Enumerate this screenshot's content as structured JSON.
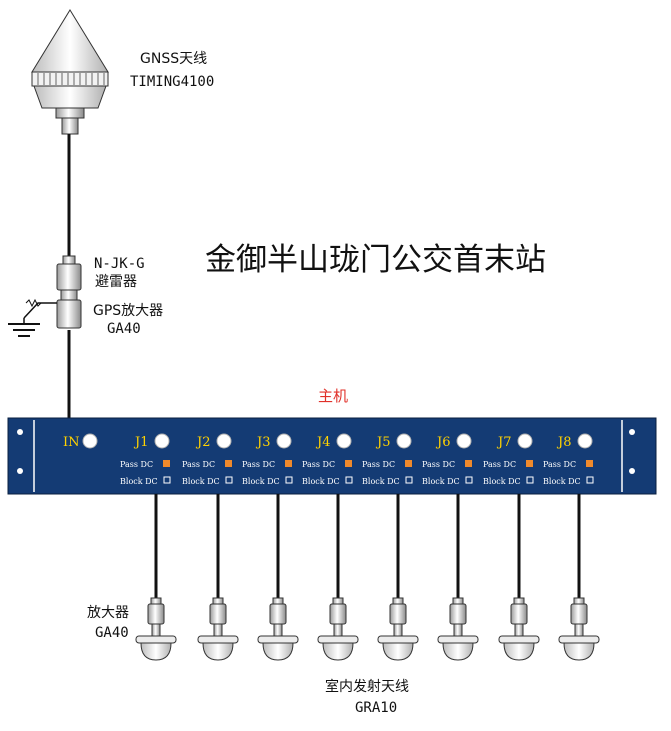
{
  "title": "金御半山珑门公交首末站",
  "gnss": {
    "name": "GNSS天线",
    "model": "TIMING4100"
  },
  "arrester": {
    "model": "N-JK-G",
    "name": "避雷器"
  },
  "gps_amp": {
    "name": "GPS放大器",
    "model": "GA40"
  },
  "host_label": "主机",
  "ports": [
    {
      "id": "in",
      "label": "IN"
    },
    {
      "id": "j1",
      "label": "J1"
    },
    {
      "id": "j2",
      "label": "J2"
    },
    {
      "id": "j3",
      "label": "J3"
    },
    {
      "id": "j4",
      "label": "J4"
    },
    {
      "id": "j5",
      "label": "J5"
    },
    {
      "id": "j6",
      "label": "J6"
    },
    {
      "id": "j7",
      "label": "J7"
    },
    {
      "id": "j8",
      "label": "J8"
    }
  ],
  "pass_dc": "Pass DC",
  "block_dc": "Block DC",
  "indicator_colors": {
    "pass": "#f08a2c",
    "block": "#ffffff"
  },
  "panel_color": "#143b74",
  "amp_label": {
    "name": "放大器",
    "model": "GA40"
  },
  "indoor_antenna": {
    "name": "室内发射天线",
    "model": "GRA10"
  }
}
